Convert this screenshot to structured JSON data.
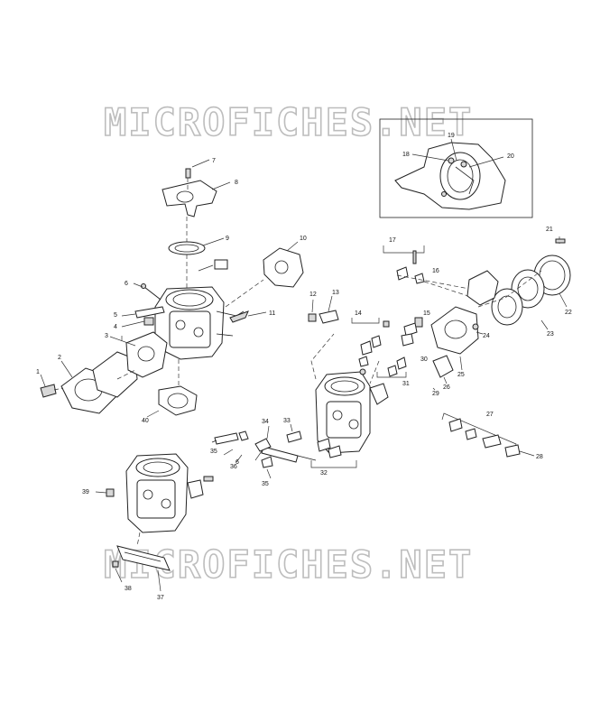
{
  "watermark": {
    "text": "MICROFICHES.NET"
  },
  "callouts": {
    "c1": "1",
    "c2": "2",
    "c3": "3",
    "c4": "4",
    "c5": "5",
    "c6a": "6",
    "c6b": "6",
    "c7": "7",
    "c8": "8",
    "c9": "9",
    "c10": "10",
    "c11": "11",
    "c12": "12",
    "c13": "13",
    "c14": "14",
    "c15": "15",
    "c16": "16",
    "c17": "17",
    "c18": "18",
    "c19": "19",
    "c20": "20",
    "c21": "21",
    "c22": "22",
    "c23": "23",
    "c24": "24",
    "c25": "25",
    "c26": "26",
    "c27": "27",
    "c28": "28",
    "c29": "29",
    "c30": "30",
    "c31": "31",
    "c32": "32",
    "c33": "33",
    "c34": "34",
    "c35a": "35",
    "c35b": "35",
    "c36": "36",
    "c37": "37",
    "c38": "38",
    "c39": "39",
    "c40": "40"
  },
  "colors": {
    "line": "#222222",
    "watermark_outline": "#bdbdbd",
    "background": "#ffffff"
  }
}
